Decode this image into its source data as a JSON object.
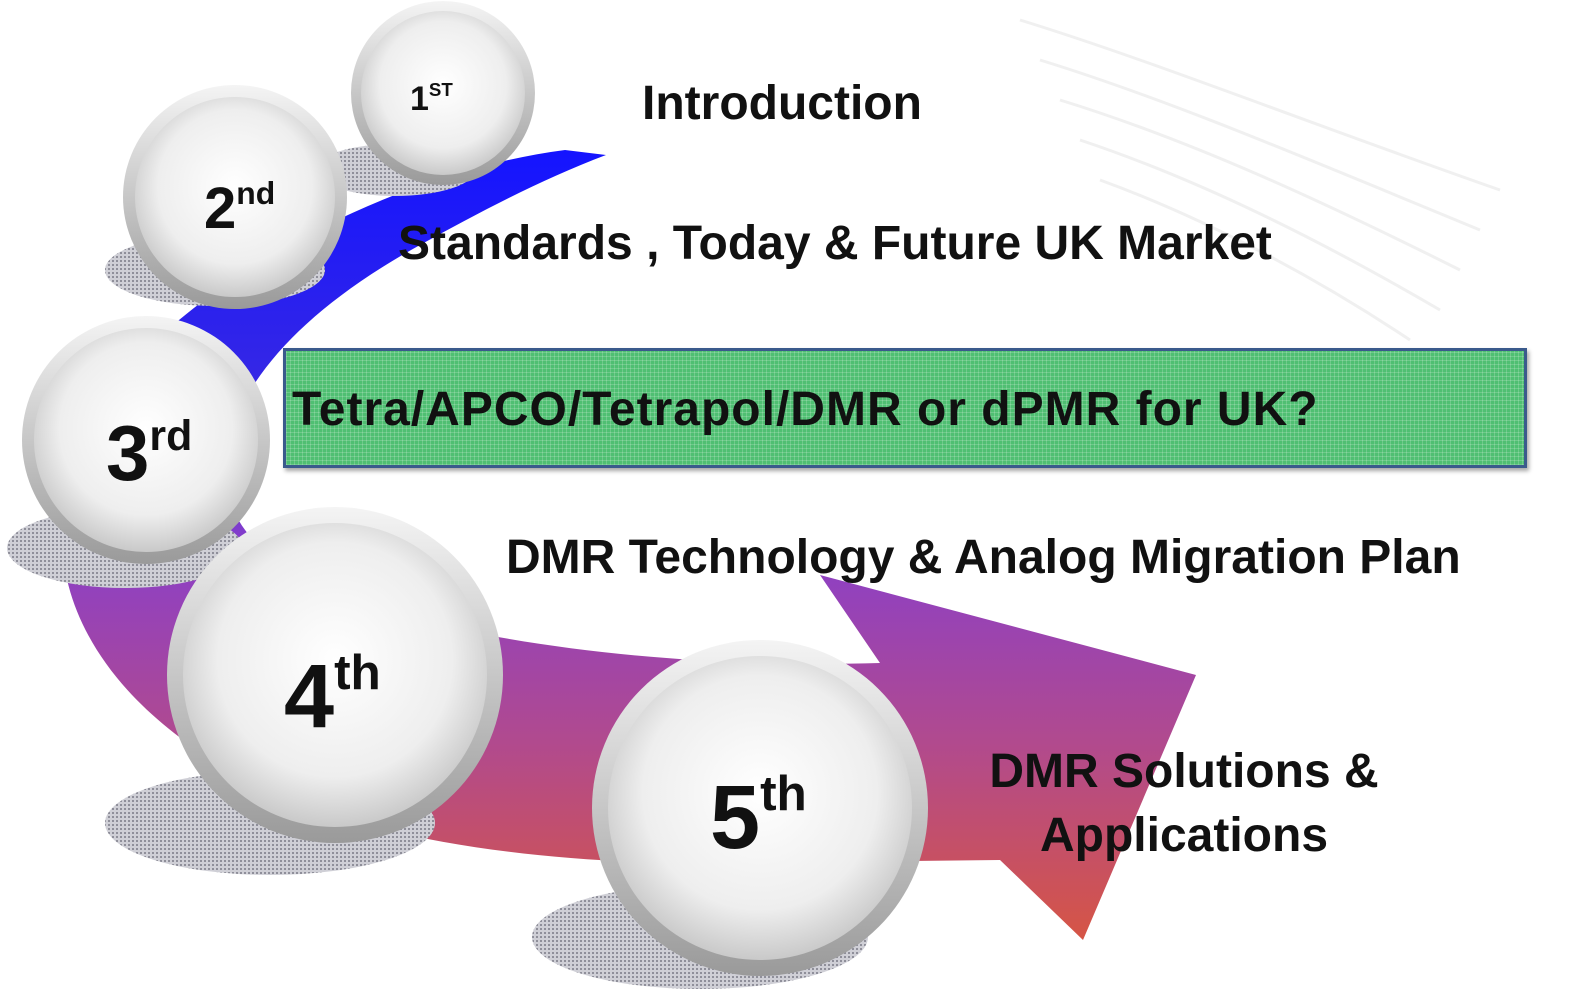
{
  "steps": [
    {
      "num": "1",
      "suffix": "ST",
      "label": "Introduction"
    },
    {
      "num": "2",
      "suffix": "nd",
      "label": "Standards , Today & Future UK Market"
    },
    {
      "num": "3",
      "suffix": "rd",
      "label": "Tetra/APCO/Tetrapol/DMR or dPMR for UK?"
    },
    {
      "num": "4",
      "suffix": "th",
      "label": "DMR Technology & Analog Migration Plan"
    },
    {
      "num": "5",
      "suffix": "th",
      "label_line1": "DMR Solutions &",
      "label_line2": "Applications"
    }
  ],
  "colors": {
    "arrow_top": "#1a1aff",
    "arrow_mid": "#8a3fc9",
    "arrow_bottom": "#d0504a",
    "highlight_box": "#4fbf72",
    "highlight_border": "#3a5a8c"
  }
}
